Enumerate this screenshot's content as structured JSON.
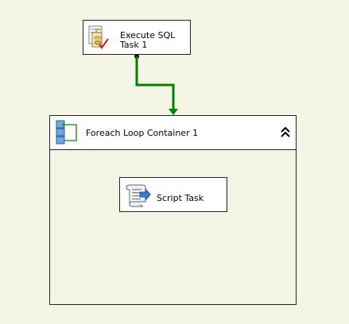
{
  "canvas": {
    "background": "#f5f5e6",
    "connector_color": "#008000"
  },
  "execute_sql_task": {
    "label": "Execute SQL\nTask 1",
    "icon": "execute-sql-task-icon"
  },
  "foreach_loop_container": {
    "title": "Foreach Loop Container 1",
    "icon": "foreach-loop-icon",
    "collapse_icon": "double-chevron-up-icon"
  },
  "script_task": {
    "label": "Script Task",
    "icon": "script-scroll-icon"
  }
}
